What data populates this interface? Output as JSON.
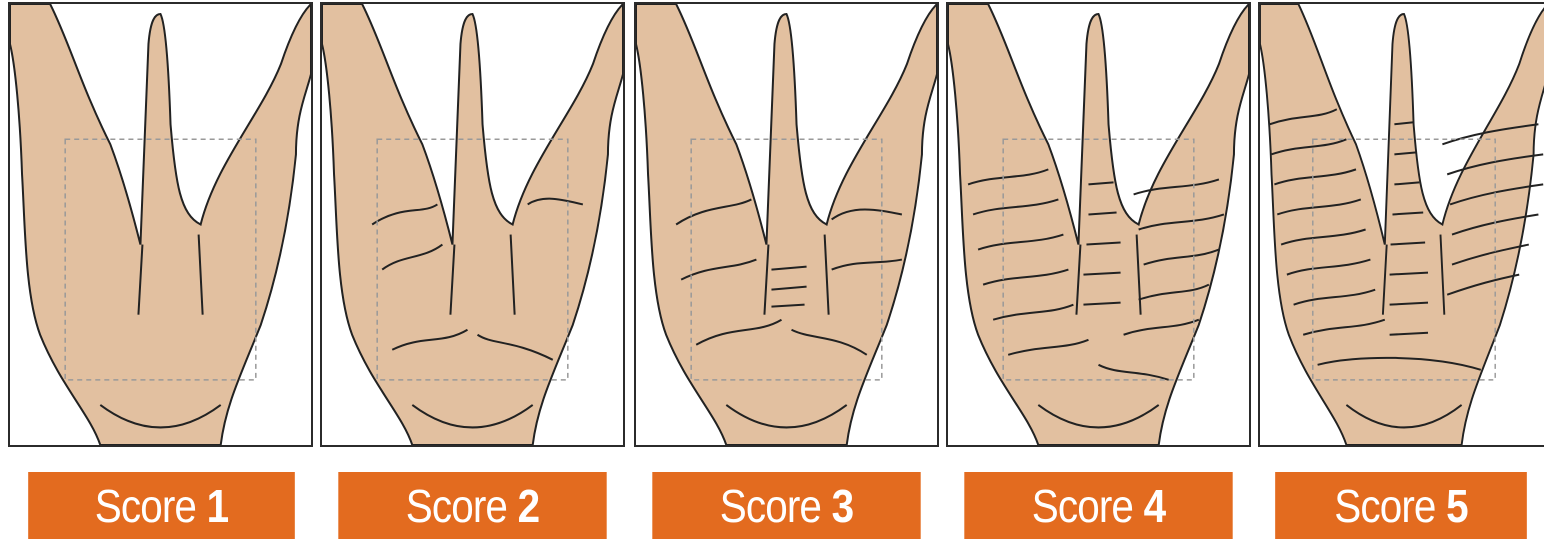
{
  "colors": {
    "skin": "#e2c0a0",
    "accent": "#e36b1f",
    "crease": "#222222",
    "guide": "#999999"
  },
  "panels": [
    {
      "label_word": "Score",
      "label_num": "1",
      "score": 1
    },
    {
      "label_word": "Score",
      "label_num": "2",
      "score": 2
    },
    {
      "label_word": "Score",
      "label_num": "3",
      "score": 3
    },
    {
      "label_word": "Score",
      "label_num": "4",
      "score": 4
    },
    {
      "label_word": "Score",
      "label_num": "5",
      "score": 5
    }
  ]
}
